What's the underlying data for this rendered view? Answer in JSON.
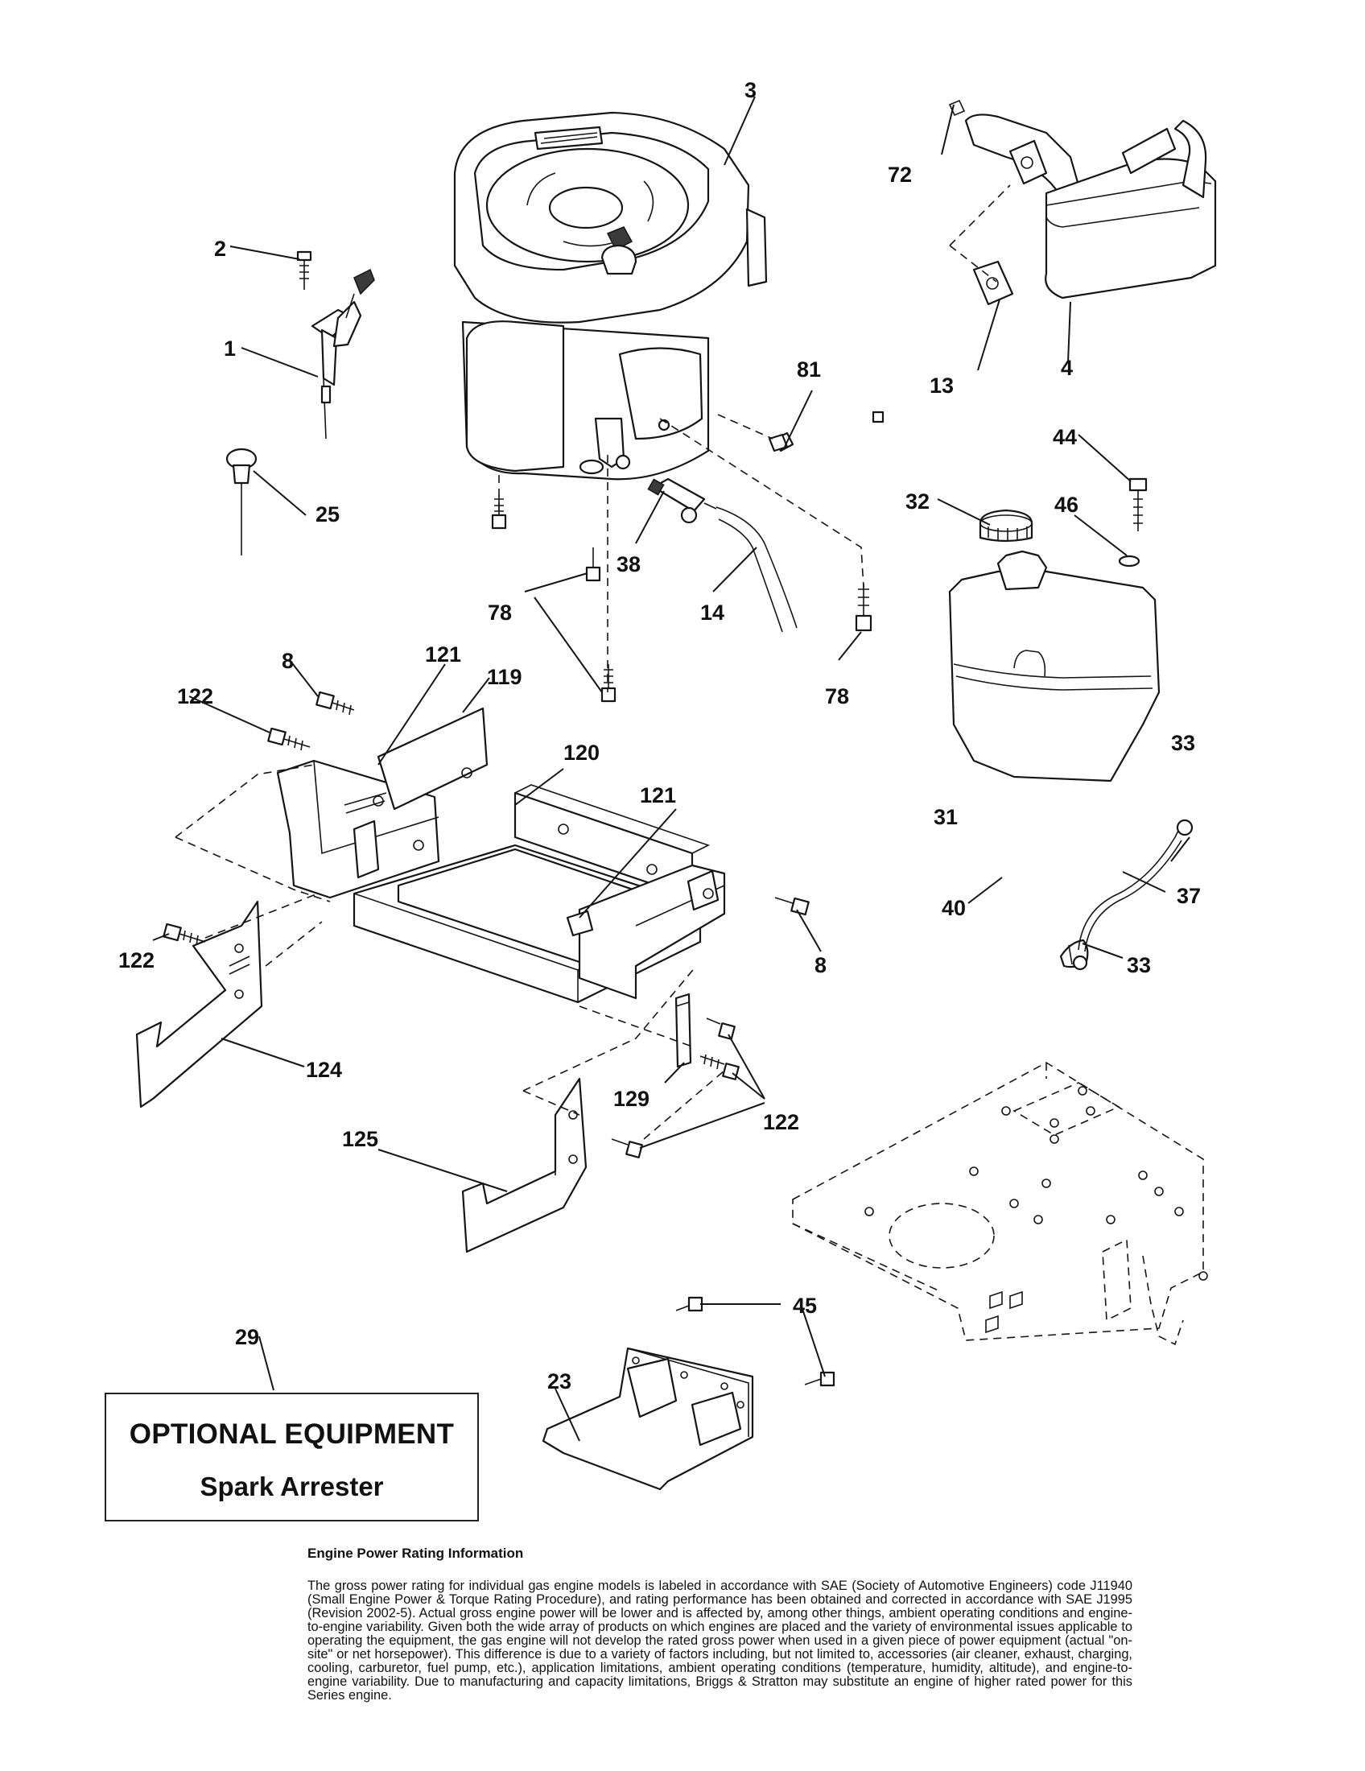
{
  "callouts": {
    "c1": "1",
    "c2": "2",
    "c3": "3",
    "c4": "4",
    "c8a": "8",
    "c8b": "8",
    "c13": "13",
    "c14": "14",
    "c23": "23",
    "c25": "25",
    "c29": "29",
    "c31": "31",
    "c32": "32",
    "c33a": "33",
    "c33b": "33",
    "c37": "37",
    "c38": "38",
    "c40": "40",
    "c44": "44",
    "c45": "45",
    "c46": "46",
    "c72": "72",
    "c78a": "78",
    "c78b": "78",
    "c81": "81",
    "c119": "119",
    "c120": "120",
    "c121a": "121",
    "c121b": "121",
    "c122a": "122",
    "c122b": "122",
    "c122c": "122",
    "c124": "124",
    "c125": "125",
    "c129": "129"
  },
  "optional_equipment": {
    "title": "OPTIONAL EQUIPMENT",
    "item": "Spark Arrester"
  },
  "rating_info": {
    "heading": "Engine Power Rating Information",
    "body": "The gross power rating for individual gas engine models is labeled in accordance with SAE (Society of Automotive Engineers) code J11940 (Small Engine Power & Torque Rating Procedure), and rating performance has been obtained and corrected in accordance with SAE J1995 (Revision 2002-5). Actual gross engine power will be lower and is affected by, among other things, ambient operating conditions and engine-to-engine variability. Given both the wide array of products on which engines are placed and the variety of environmental issues applicable to operating the equipment, the gas engine will not develop the rated gross power when used in a given piece of power equipment (actual \"on-site\" or net horsepower). This difference is due to a variety of factors including, but not limited to, accessories (air cleaner, exhaust, charging, cooling, carburetor, fuel pump, etc.), application limitations, ambient operating conditions (temperature, humidity, altitude), and engine-to-engine variability. Due to manufacturing and capacity limitations, Briggs & Stratton may substitute an engine of higher rated power for this Series engine."
  }
}
